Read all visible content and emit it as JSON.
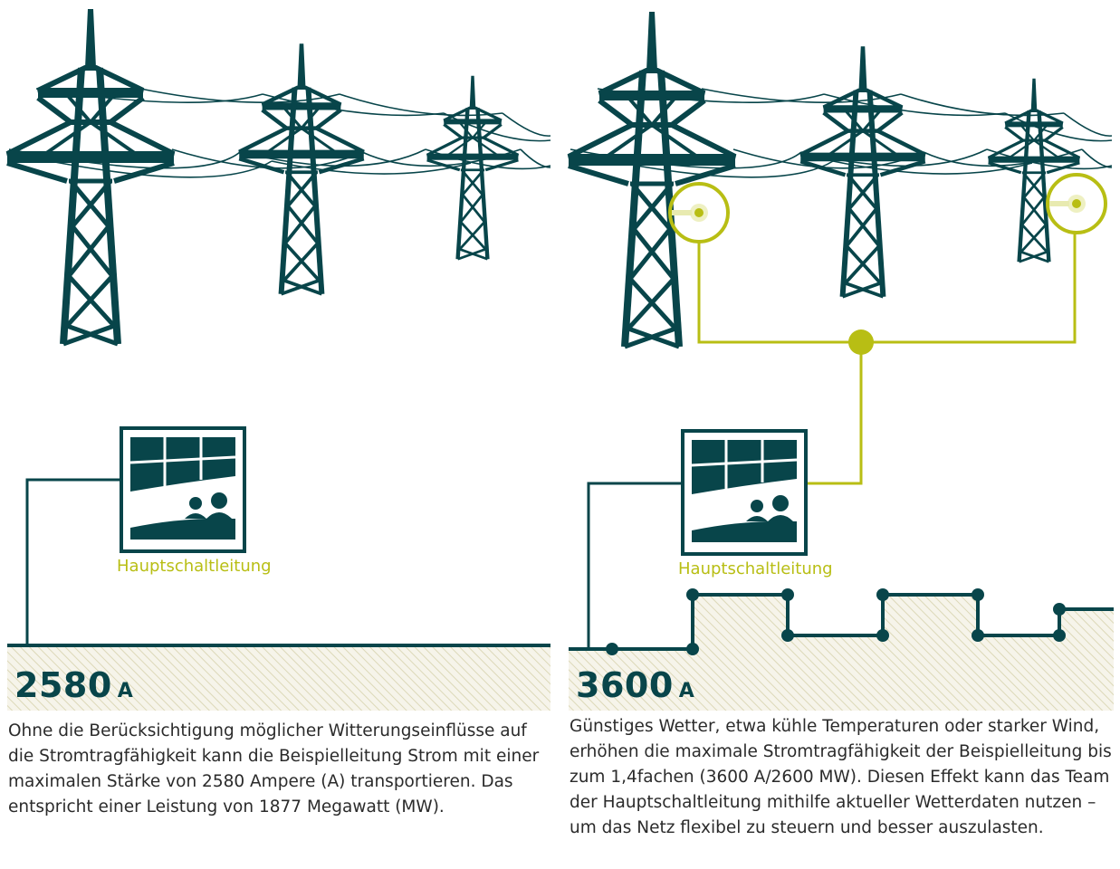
{
  "colors": {
    "dark_teal": "#08454a",
    "lime": "#b8be14",
    "hatch": "#e7e4cd",
    "text": "#2b2b2b"
  },
  "icons": [
    "transmission-tower-icon",
    "control-room-icon",
    "weather-sensor-icon"
  ],
  "left_panel": {
    "control_room_label": "Hauptschaltleitung",
    "capacity_value": "2580",
    "capacity_unit": "A",
    "description": "Ohne die Berücksichtigung möglicher Witterungseinflüsse auf die Stromtragfähigkeit kann die Beispielleitung Strom mit einer maximalen Stärke von 2580 Ampere (A) transportieren. Das entspricht einer Leistung von 1877 Megawatt (MW)."
  },
  "right_panel": {
    "control_room_label": "Hauptschaltleitung",
    "capacity_value": "3600",
    "capacity_unit": "A",
    "description": "Günstiges Wetter, etwa kühle Temperaturen oder starker Wind, erhöhen die maximale Stromtragfähigkeit der Beispielleitung bis zum 1,4fachen (3600 A/2600 MW). Diesen Effekt kann das Team der Hauptschaltleitung mithilfe aktueller Wetterdaten nutzen – um das Netz flexibel zu steuern und besser auszulasten."
  }
}
